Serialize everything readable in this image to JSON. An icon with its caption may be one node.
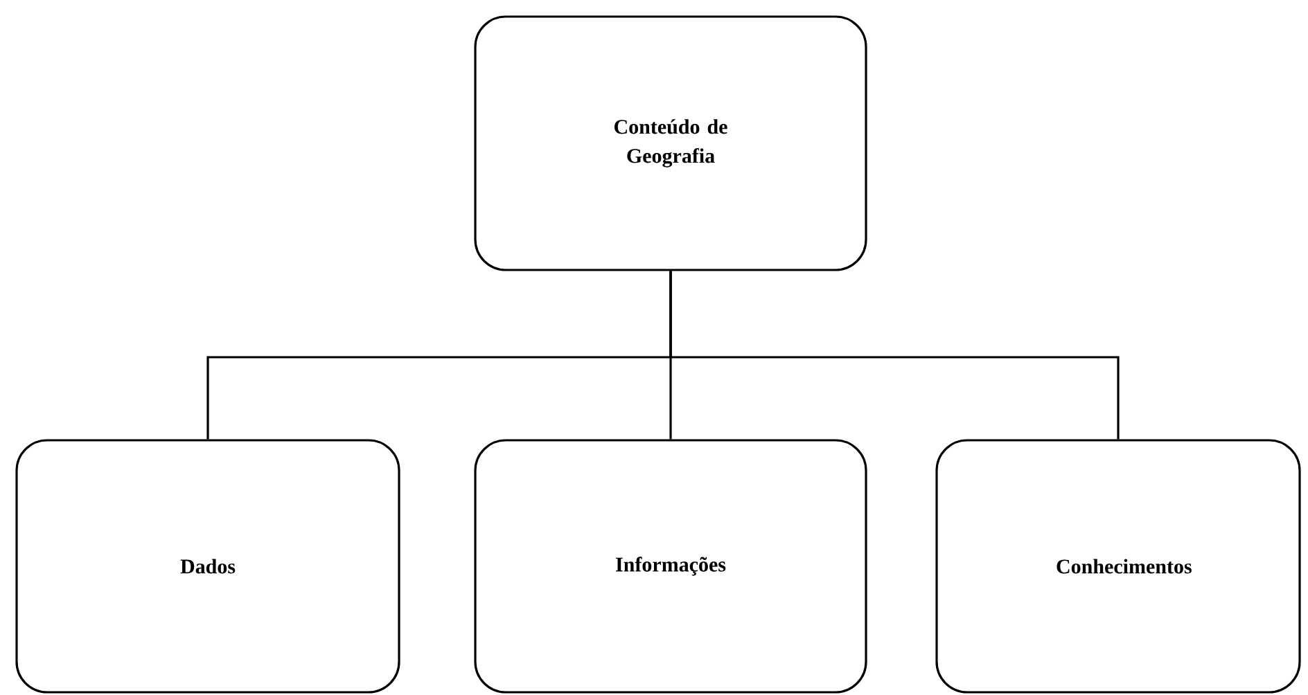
{
  "diagram": {
    "nodes": [
      {
        "text": [
          "Conteúdo de Geografia"
        ]
      },
      {
        "text": [
          "Dados"
        ]
      },
      {
        "text": [
          "Informações"
        ]
      },
      {
        "text": [
          "Conhecimentos"
        ]
      }
    ],
    "edges": [
      {
        "from": 0,
        "to": 1,
        "arrow": "none"
      },
      {
        "from": 0,
        "to": 2,
        "arrow": "none"
      },
      {
        "from": 0,
        "to": 3,
        "arrow": "none"
      }
    ]
  }
}
